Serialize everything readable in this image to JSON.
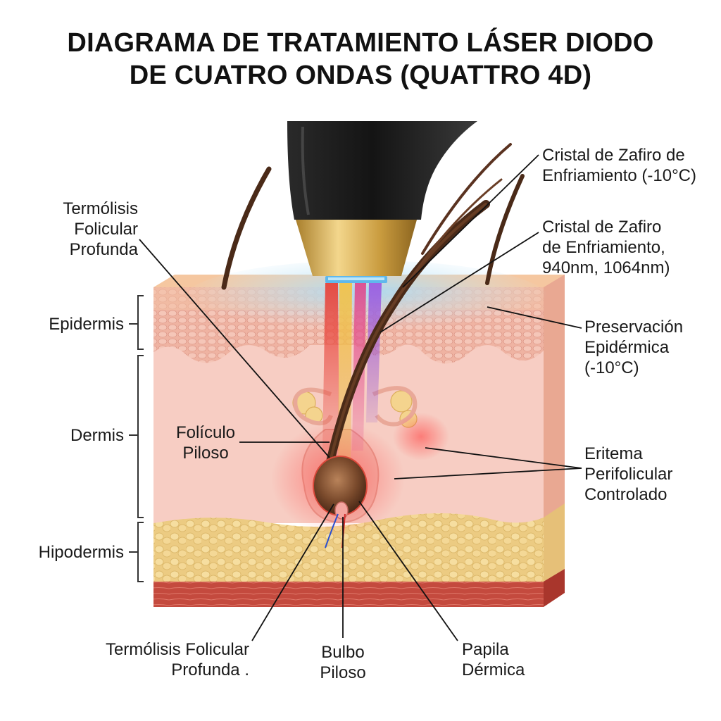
{
  "title": {
    "line1": "DIAGRAMA DE TRATAMIENTO LÁSER DIODO",
    "line2": "DE CUATRO ONDAS (QUATTRO 4D)"
  },
  "layers": {
    "epidermis": "Epidermis",
    "dermis": "Dermis",
    "hipodermis": "Hipodermis"
  },
  "labels": {
    "termolisis_top": [
      "Termólisis",
      "Folicular",
      "Profunda"
    ],
    "foliculo": [
      "Folículo",
      "Piloso"
    ],
    "cristal_1": [
      "Cristal de Zafiro de",
      "Enfriamiento (-10°C)"
    ],
    "cristal_2": [
      "Cristal de Zafiro",
      "de Enfriamiento,",
      "940nm, 1064nm)"
    ],
    "preservacion": [
      "Preservación",
      "Epidérmica",
      "(-10°C)"
    ],
    "eritema": [
      "Eritema",
      "Perifolicular",
      "Controlado"
    ],
    "termolisis_bottom": [
      "Termólisis Folicular",
      "Profunda ."
    ],
    "bulbo": [
      "Bulbo",
      "Piloso"
    ],
    "papila": [
      "Papila",
      "Dérmica"
    ]
  },
  "colors": {
    "handpiece": "#1c1c1c",
    "gold_tip": "#c9a24a",
    "epidermis": "#f1b8a8",
    "dermis": "#f7cdc3",
    "fat": "#f0d595",
    "muscle": "#c0453a",
    "hair": "#5a3220",
    "cooling": "#bfe3f5",
    "beam_red": "#e8433a",
    "beam_yellow": "#e8b43a",
    "beam_pink": "#e0458a",
    "beam_violet": "#8a4ad0"
  }
}
